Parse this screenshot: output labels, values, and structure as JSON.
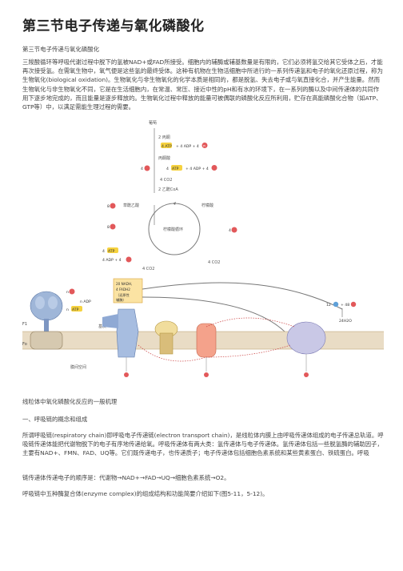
{
  "doc": {
    "title": "第三节电子传递与氧化磷酸化",
    "subtitle": "第三节电子传递与氧化磷酸化",
    "intro": "三羧酸循环等呼吸代谢过程中脱下的氢被NAD+或FAD所接受。细胞内的辅酶或辅基数量是有限的，它们必须将氢交给其它受体之后，才能再次接受氢。在需氧生物中，氧气便是这些氢的最终受体。这种有机物在生物活细胞中所进行的一系列传递氢和电子的氧化还原过程，称为生物氧化(biological oxidation)。生物氧化与非生物氧化的化学本质是相同的，都是脱氢、失去电子或与氧直接化合，并产生能量。然而生物氧化与非生物氧化不同，它是在生活细胞内，在常温、常压、接近中性的pH和有水的环境下，在一系列的酶以及中间传递体的共同作用下逐步地完成的，而且能量是逐步释放的。生物氧化过程中释放的能量可被偶联的磷酸化反应所利用，贮存在高能磷酸化合物（如ATP、GTP等）中，以满足需能生理过程的需要。",
    "caption": "线粒体中氧化磷酸化反应的一般机理",
    "section1": "一、呼吸链的概念和组成",
    "para2": "所谓呼吸链(respiratory chain)即呼吸电子传递链(electron transport chain)，是线粒体内膜上由呼吸传递体组成的电子传递总轨道。呼吸链传递体能把代谢物脱下的电子有序地传递给氧。呼吸传递体有两大类：氢传递体与电子传递体。氢传递体包括一些脱氢酶的辅助因子，主要有NAD+、FMN、FAD、UQ等。它们既传递电子，也传递质子；电子传递体包括细胞色素系统和某些黄素蛋白、铁硫蛋白。呼吸",
    "para3": "链传递体传递电子的顺序是：代谢物→NAD+→FAD→UQ→细胞色素系统→O2。",
    "para4": "呼吸链中五种酶复合体(enzyme complex)的组成结构和功能简要介绍如下(图5-11，5-12)。"
  },
  "figure": {
    "labels": {
      "glucose": "葡萄",
      "pyruvate_step": "2 丙酮",
      "atp_top": "4 ATP + 4 ADP + 4 Pi",
      "pyruvate": "丙酮酸",
      "h_top": "4 H",
      "acetyl_coa": "2 乙酰CoA",
      "co2_mid": "4 CO2",
      "citrate": "柠檬酸",
      "oxaloacetate": "草酰乙酸",
      "cycle": "柠檬酸循环",
      "h_left1": "8 H",
      "h_left2": "8 H",
      "h_right": "4 H",
      "atp_mid": "4 ATP",
      "adp_mid": "4 ADP + 4 Pi",
      "co2_low": "4 CO2",
      "co2_low2": "4 CO2",
      "nadh_box": "20 NADH, 4 FADH2 (还原性辅酶)",
      "n_adp": "n ADP",
      "n_pi": "n Pi",
      "n_atp": "n ATP",
      "h_plus": "H+",
      "f1": "F1",
      "fo": "Fo",
      "matrix": "基质",
      "intermembrane": "膜间空间",
      "o2": "12 O2 + 48 H+",
      "water": "24 H2O"
    }
  }
}
